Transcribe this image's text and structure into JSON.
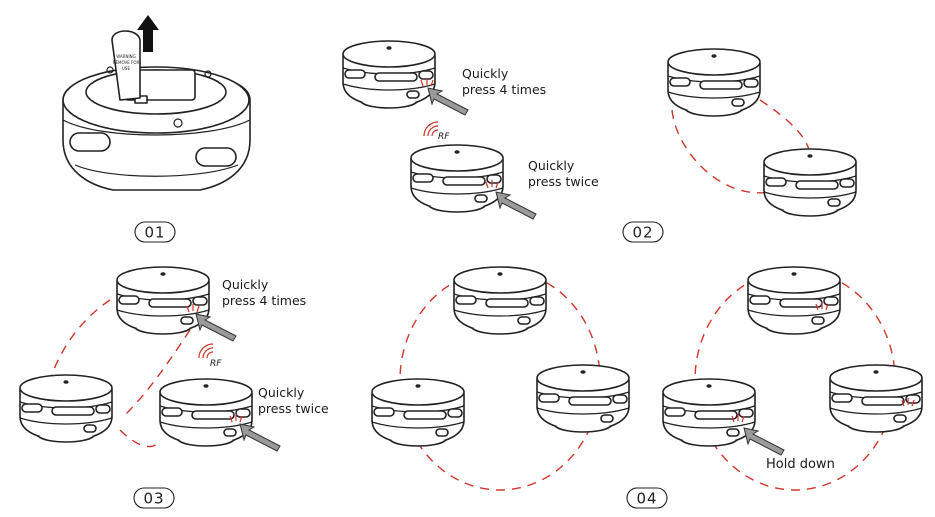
{
  "colors": {
    "ink": "#222222",
    "dash": "#d0342c",
    "press_arrow": "#9a9a9a"
  },
  "icons": [
    "smoke-alarm-icon",
    "press-arrow-icon",
    "rf-signal-icon",
    "up-arrow-icon",
    "battery-tab-icon"
  ],
  "steps": [
    {
      "num": "01"
    },
    {
      "num": "02",
      "labels": [
        "Quickly",
        "press 4 times",
        "Quickly",
        "press twice"
      ]
    },
    {
      "num": "03",
      "labels": [
        "Quickly",
        "press 4 times",
        "Quickly",
        "press twice"
      ]
    },
    {
      "num": "04",
      "hold_label": "Hold down"
    }
  ],
  "rf_label": "RF",
  "battery_tab_text": [
    "WARNING",
    "REMOVE FOR",
    "USE"
  ]
}
